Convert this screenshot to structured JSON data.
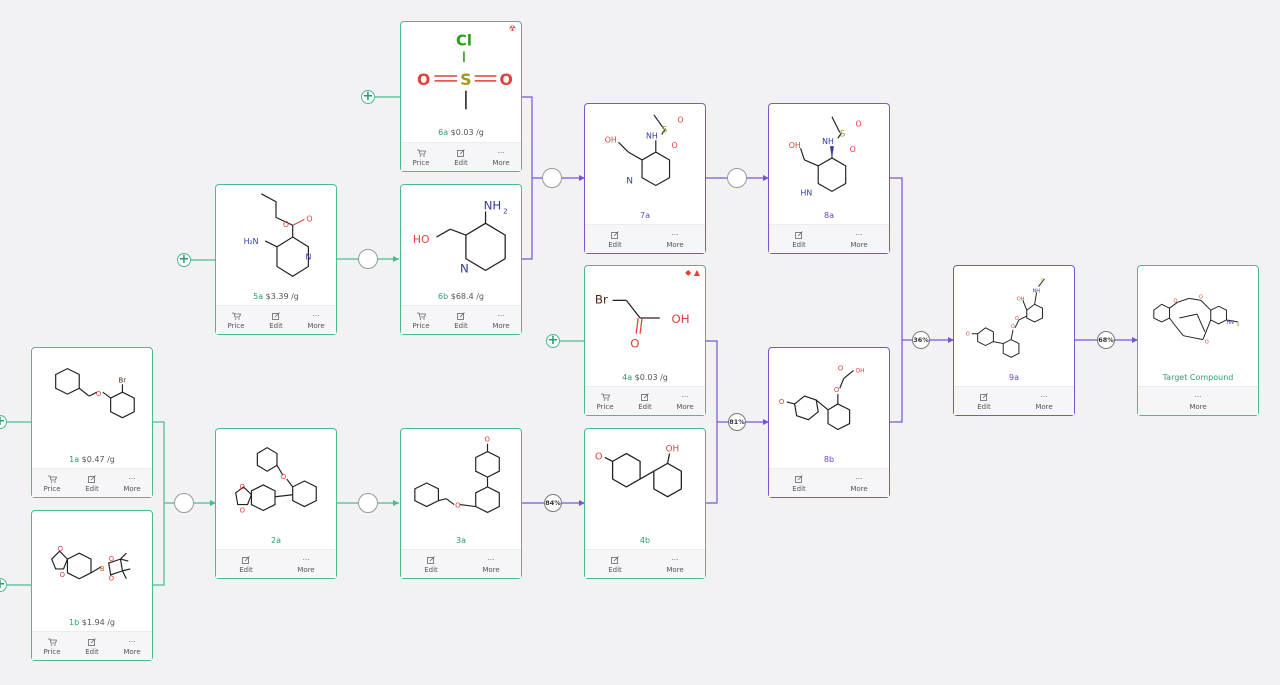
{
  "actions": {
    "price": "Price",
    "edit": "Edit",
    "more": "More"
  },
  "nodes": {
    "n6a": {
      "id": "6a",
      "price": "$0.03 /g"
    },
    "n5a": {
      "id": "5a",
      "price": "$3.39 /g"
    },
    "n6b": {
      "id": "6b",
      "price": "$68.4 /g"
    },
    "n7a": {
      "id": "7a"
    },
    "n8a": {
      "id": "8a"
    },
    "n4a": {
      "id": "4a",
      "price": "$0.03 /g"
    },
    "n1a": {
      "id": "1a",
      "price": "$0.47 /g"
    },
    "n1b": {
      "id": "1b",
      "price": "$1.94 /g"
    },
    "n2a": {
      "id": "2a"
    },
    "n3a": {
      "id": "3a"
    },
    "n4b": {
      "id": "4b"
    },
    "n8b": {
      "id": "8b"
    },
    "n9a": {
      "id": "9a"
    },
    "target": {
      "id": "Target Compound"
    }
  },
  "yields": {
    "y3a4b": "84%",
    "y8b": "81%",
    "y9a": "36%",
    "yTarget": "68%"
  },
  "atoms": {
    "cl": "Cl",
    "s": "S",
    "o": "O",
    "oh": "OH",
    "ho": "HO",
    "nh2": "NH",
    "sub2": "2",
    "h2n": "H₂N",
    "n": "N",
    "hn": "HN",
    "nh": "NH",
    "br": "Br",
    "b": "B"
  },
  "colors": {
    "green": "#4cbb8c",
    "purple": "#7b54d6",
    "oxygen": "#e0413a",
    "nitrogen": "#2f3aa8",
    "sulfur": "#a09a1a",
    "chlorine": "#2a9b1a"
  }
}
